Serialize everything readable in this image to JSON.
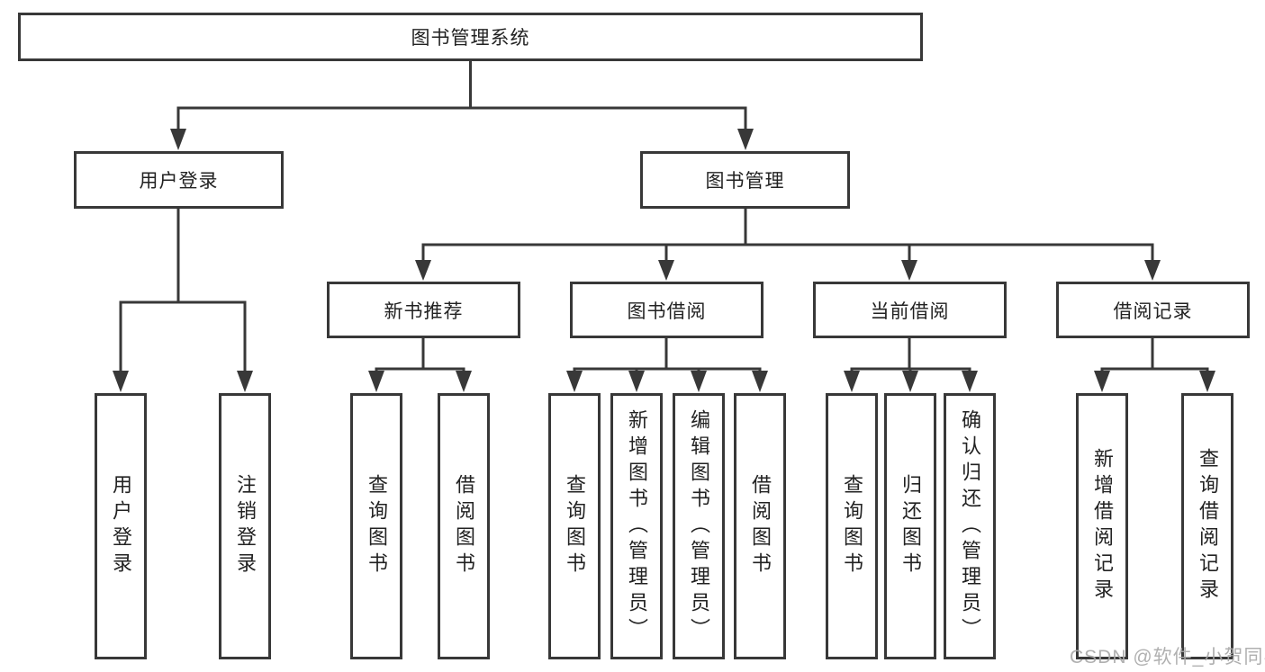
{
  "diagram": {
    "root": {
      "label": "图书管理系统"
    },
    "login_branch": {
      "label": "用户登录",
      "children": [
        {
          "label": "用户登录"
        },
        {
          "label": "注销登录"
        }
      ]
    },
    "management_branch": {
      "label": "图书管理",
      "sections": [
        {
          "label": "新书推荐",
          "children": [
            {
              "label": "查询图书"
            },
            {
              "label": "借阅图书"
            }
          ]
        },
        {
          "label": "图书借阅",
          "children": [
            {
              "label": "查询图书"
            },
            {
              "label": "新增图书（管理员）"
            },
            {
              "label": "编辑图书（管理员）"
            },
            {
              "label": "借阅图书"
            }
          ]
        },
        {
          "label": "当前借阅",
          "children": [
            {
              "label": "查询图书"
            },
            {
              "label": "归还图书"
            },
            {
              "label": "确认归还（管理员）"
            }
          ]
        },
        {
          "label": "借阅记录",
          "children": [
            {
              "label": "新增借阅记录"
            },
            {
              "label": "查询借阅记录"
            }
          ]
        }
      ]
    },
    "watermark": "CSDN @软件_小贺同学"
  },
  "colors": {
    "line": "#383838",
    "text": "#222222",
    "watermark": "#a8a8a8",
    "background": "#ffffff"
  }
}
